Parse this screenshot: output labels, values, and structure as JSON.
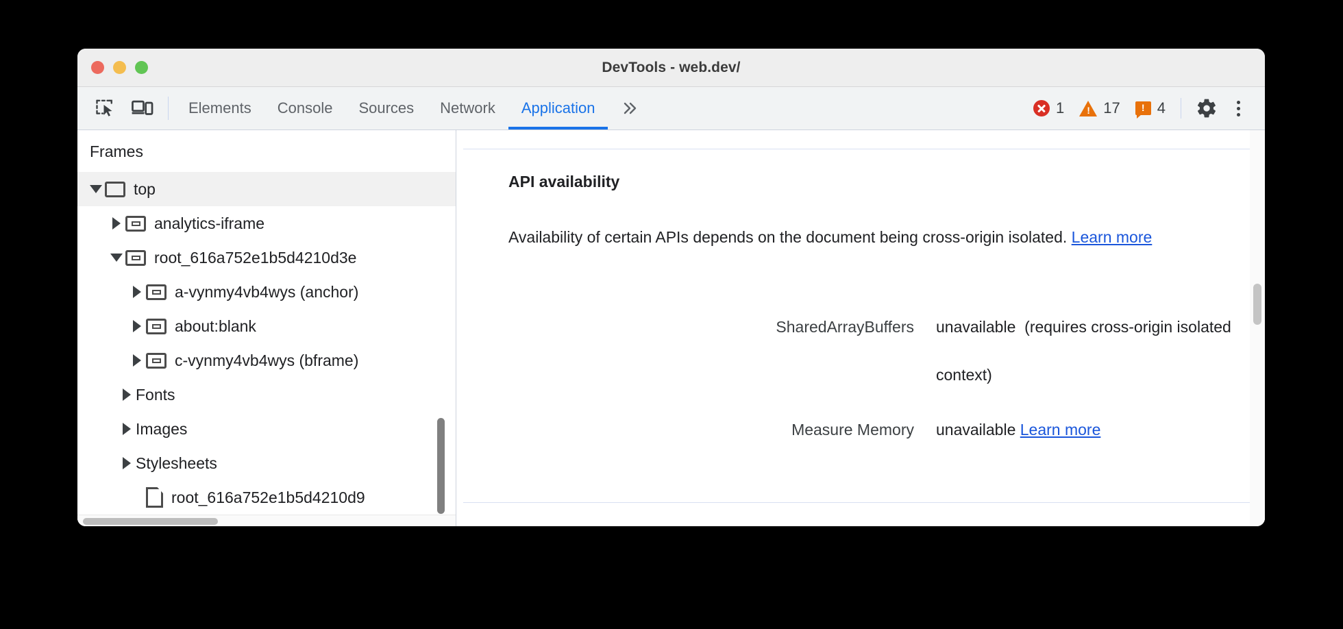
{
  "window": {
    "title": "DevTools - web.dev/",
    "traffic_lights": [
      "close-red",
      "minimize-yellow",
      "zoom-green"
    ]
  },
  "toolbar": {
    "inspect_icon": "inspect-element-icon",
    "device_icon": "device-toolbar-icon",
    "tabs": [
      {
        "label": "Elements",
        "active": false
      },
      {
        "label": "Console",
        "active": false
      },
      {
        "label": "Sources",
        "active": false
      },
      {
        "label": "Network",
        "active": false
      },
      {
        "label": "Application",
        "active": true
      }
    ],
    "more_tabs_label": "»",
    "counters": {
      "errors": "1",
      "warnings": "17",
      "issues": "4",
      "error_color": "#d93025",
      "warning_color": "#e8710a",
      "issue_color": "#e8710a"
    },
    "settings_icon": "gear-icon",
    "menu_icon": "kebab-menu-icon",
    "active_tab_color": "#1a73e8"
  },
  "sidebar": {
    "header": "Frames",
    "tree": [
      {
        "label": "top",
        "indent": 0,
        "twisty": "down",
        "icon": "frame-icon",
        "selected": true
      },
      {
        "label": "analytics-iframe",
        "indent": 1,
        "twisty": "right",
        "icon": "iframe-icon",
        "selected": false
      },
      {
        "label": "root_616a752e1b5d4210d3e",
        "indent": 1,
        "twisty": "down",
        "icon": "iframe-icon",
        "selected": false
      },
      {
        "label": "a-vynmy4vb4wys (anchor)",
        "indent": 2,
        "twisty": "right",
        "icon": "iframe-icon",
        "selected": false
      },
      {
        "label": "about:blank",
        "indent": 2,
        "twisty": "right",
        "icon": "iframe-icon",
        "selected": false
      },
      {
        "label": "c-vynmy4vb4wys (bframe)",
        "indent": 2,
        "twisty": "right",
        "icon": "iframe-icon",
        "selected": false
      },
      {
        "label": "Fonts",
        "indent": 1.5,
        "twisty": "right",
        "icon": "none",
        "selected": false
      },
      {
        "label": "Images",
        "indent": 1.5,
        "twisty": "right",
        "icon": "none",
        "selected": false
      },
      {
        "label": "Stylesheets",
        "indent": 1.5,
        "twisty": "right",
        "icon": "none",
        "selected": false
      },
      {
        "label": "root_616a752e1b5d4210d9",
        "indent": 2,
        "twisty": "none",
        "icon": "document-icon",
        "selected": false
      }
    ]
  },
  "content": {
    "section_title": "API availability",
    "description_part1": "Availability of certain APIs depends on the document being cross-origin isolated. ",
    "description_link": "Learn more",
    "rows": [
      {
        "key": "SharedArrayBuffers",
        "value": "unavailable",
        "note": "(requires cross-origin isolated context)",
        "link": ""
      },
      {
        "key": "Measure Memory",
        "value": "unavailable",
        "note": "",
        "link": "Learn more"
      }
    ]
  }
}
